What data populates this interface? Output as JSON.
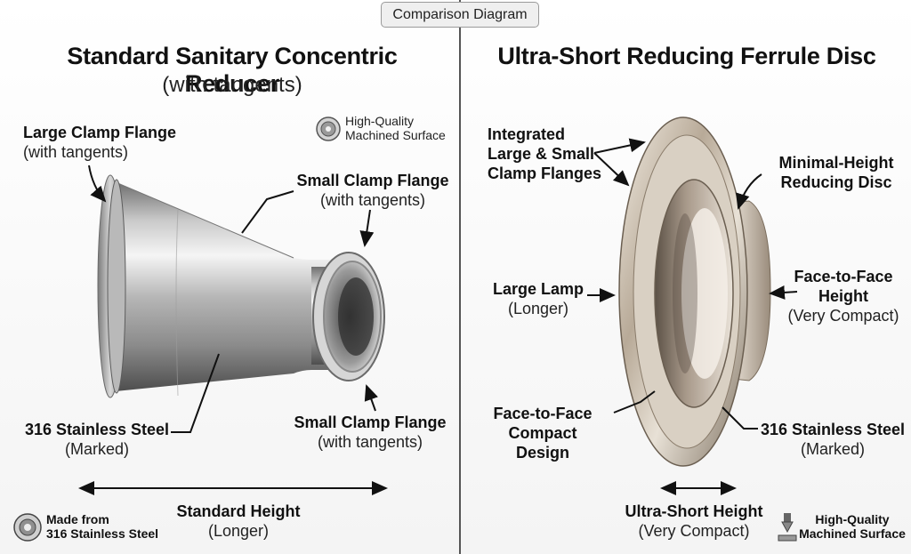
{
  "badge": "Comparison Diagram",
  "left": {
    "title": "Standard Sanitary Concentric Reducer",
    "subtitle": "(with tangents)",
    "large_flange": {
      "name": "Large Clamp Flange",
      "note": "(with tangents)"
    },
    "surface": {
      "line1": "High-Quality",
      "line2": "Machined Surface"
    },
    "small_flange_top": {
      "name": "Small Clamp Flange",
      "note": "(with tangents)"
    },
    "steel": {
      "name": "316 Stainless Steel",
      "note": "(Marked)"
    },
    "small_flange_bottom": {
      "name": "Small Clamp Flange",
      "note": "(with tangents)"
    },
    "height": {
      "name": "Standard Height",
      "note": "(Longer)"
    },
    "material": {
      "line1": "Made from",
      "line2": "316 Stainless Steel"
    }
  },
  "right": {
    "title": "Ultra-Short Reducing Ferrule Disc",
    "integrated": {
      "line1": "Integrated",
      "line2": "Large & Small",
      "line3": "Clamp Flanges"
    },
    "disc": {
      "line1": "Minimal-Height",
      "line2": "Reducing Disc"
    },
    "large_lamp": {
      "name": "Large Lamp",
      "note": "(Longer)"
    },
    "face_height": {
      "line1": "Face-to-Face",
      "line2": "Height",
      "note": "(Very Compact)"
    },
    "face_design": {
      "line1": "Face-to-Face",
      "line2": "Compact Design"
    },
    "steel": {
      "name": "316 Stainless Steel",
      "note": "(Marked)"
    },
    "height": {
      "name": "Ultra-Short Height",
      "note": "(Very Compact)"
    },
    "surface": {
      "line1": "High-Quality",
      "line2": "Machined Surface"
    }
  },
  "icons": {
    "left_surface": "machined-surface-icon",
    "left_material": "stainless-steel-icon",
    "right_surface": "machining-tool-icon"
  }
}
